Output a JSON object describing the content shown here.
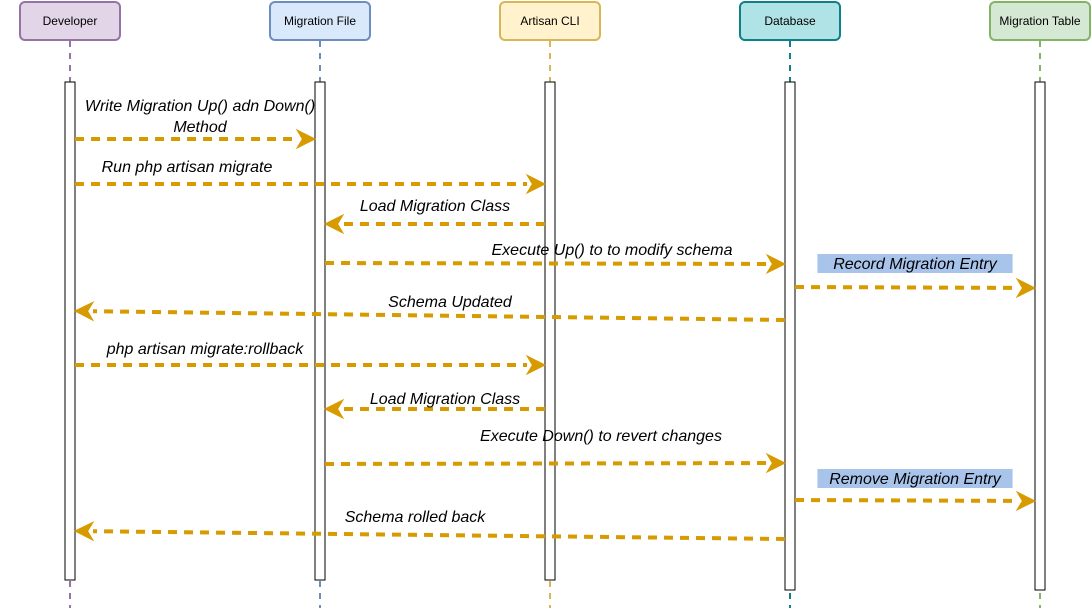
{
  "actors": [
    {
      "id": "developer",
      "label": "Developer",
      "fill": "#e1d5e7",
      "stroke": "#9673a6"
    },
    {
      "id": "migration-file",
      "label": "Migration File",
      "fill": "#dae8fc",
      "stroke": "#6c8ebf"
    },
    {
      "id": "artisan-cli",
      "label": "Artisan CLI",
      "fill": "#fff2cc",
      "stroke": "#d6b656"
    },
    {
      "id": "database",
      "label": "Database",
      "fill": "#b0e3e6",
      "stroke": "#0e8088"
    },
    {
      "id": "migration-table",
      "label": "Migration Table",
      "fill": "#d5e8d4",
      "stroke": "#82b366"
    }
  ],
  "messages": [
    {
      "from": "developer",
      "to": "migration-file",
      "lines": [
        "Write Migration Up() adn Down()",
        "Method"
      ],
      "highlight": false
    },
    {
      "from": "developer",
      "to": "artisan-cli",
      "lines": [
        "Run php artisan migrate"
      ],
      "highlight": false
    },
    {
      "from": "artisan-cli",
      "to": "migration-file",
      "lines": [
        "Load Migration Class"
      ],
      "highlight": false
    },
    {
      "from": "migration-file",
      "to": "database",
      "lines": [
        "Execute Up() to to modify schema"
      ],
      "highlight": false
    },
    {
      "from": "database",
      "to": "migration-table",
      "lines": [
        "Record Migration Entry"
      ],
      "highlight": true
    },
    {
      "from": "database",
      "to": "developer",
      "lines": [
        "Schema Updated"
      ],
      "highlight": false
    },
    {
      "from": "developer",
      "to": "artisan-cli",
      "lines": [
        "php artisan migrate:rollback"
      ],
      "highlight": false
    },
    {
      "from": "artisan-cli",
      "to": "migration-file",
      "lines": [
        "Load Migration Class"
      ],
      "highlight": false
    },
    {
      "from": "migration-file",
      "to": "database",
      "lines": [
        "Execute Down() to revert changes"
      ],
      "highlight": false
    },
    {
      "from": "database",
      "to": "migration-table",
      "lines": [
        "Remove Migration Entry"
      ],
      "highlight": true
    },
    {
      "from": "database",
      "to": "developer",
      "lines": [
        "Schema rolled back"
      ],
      "highlight": false
    }
  ],
  "colors": {
    "arrow": "#d79b00",
    "highlight": "#a9c4eb",
    "activation_fill": "#ffffff",
    "activation_stroke": "#000000"
  }
}
